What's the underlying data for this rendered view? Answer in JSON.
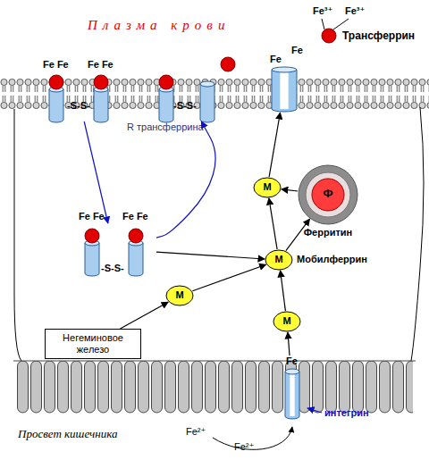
{
  "diagram": {
    "nodes": [
      {
        "text": [
          "Fe Fe",
          "Fe Fe"
        ]
      },
      {
        "text": [
          "R трансферрина"
        ]
      },
      {
        "text": [
          "Fe"
        ]
      },
      {
        "text": [
          "M"
        ]
      },
      {
        "text": [
          "Ф",
          "Ферритин"
        ]
      },
      {
        "text": [
          "Fe Fe",
          "Fe Fe"
        ]
      },
      {
        "text": [
          "M",
          "Мобилферрин"
        ]
      },
      {
        "text": [
          "M"
        ]
      },
      {
        "text": [
          "M"
        ]
      },
      {
        "text": [
          "Негеминовое железо"
        ]
      },
      {
        "text": [
          "Fe"
        ]
      }
    ],
    "edges": [
      {
        "from": 0,
        "to": 5,
        "arrow": "to"
      },
      {
        "from": 5,
        "to": 1,
        "arrow": "to"
      },
      {
        "from": 5,
        "to": 6,
        "arrow": "to"
      },
      {
        "from": 9,
        "to": 7,
        "arrow": "to"
      },
      {
        "from": 7,
        "to": 6,
        "arrow": "to"
      },
      {
        "from": 10,
        "to": 8,
        "arrow": "to"
      },
      {
        "from": 8,
        "to": 6,
        "arrow": "to"
      },
      {
        "from": 6,
        "to": 4,
        "arrow": "to"
      },
      {
        "from": 4,
        "to": 3,
        "arrow": "to"
      },
      {
        "from": 6,
        "to": 3,
        "arrow": "to"
      },
      {
        "from": 3,
        "to": 2,
        "arrow": "to"
      }
    ],
    "labels": [
      "Плазма крови",
      "Fe³⁺",
      "Fe³⁺",
      "Трансферрин",
      "-S-S-",
      "-S-S-",
      "Fe",
      "-S-S-",
      "интегрин",
      "Просвет кишечника",
      "Fe²⁺",
      "Fe²⁺"
    ]
  }
}
